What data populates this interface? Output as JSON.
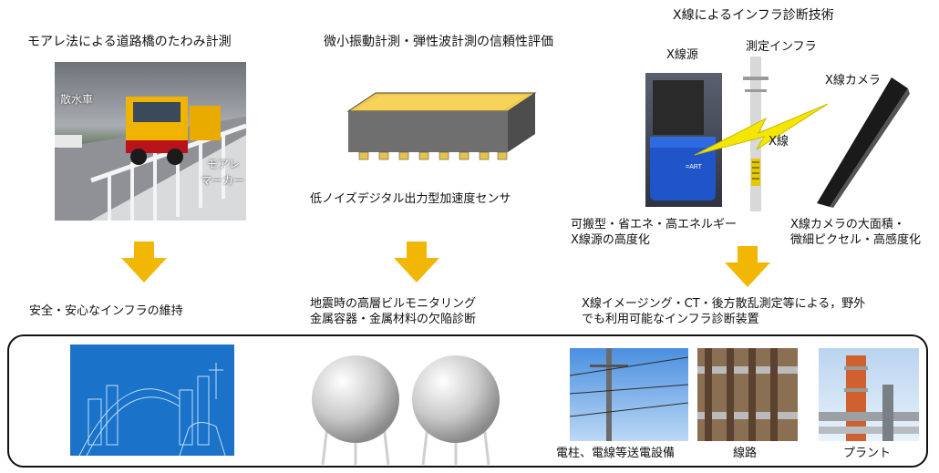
{
  "columns": {
    "left": {
      "title": "モアレ法による道路橋のたわみ計測",
      "photo_labels": {
        "truck": "散水車",
        "marker_line1": "モアレ",
        "marker_line2": "マーカー"
      },
      "result": "安全・安心なインフラの維持"
    },
    "middle": {
      "title": "微小振動計測・弾性波計測の信頼性評価",
      "sensor_caption": "低ノイズデジタル出力型加速度センサ",
      "result_line1": "地震時の高層ビルモニタリング",
      "result_line2": "金属容器・金属材料の欠陥診断"
    },
    "right": {
      "title": "X線によるインフラ診断技術",
      "source_label": "X線源",
      "infra_label": "測定インフラ",
      "camera_label": "X線カメラ",
      "beam_label": "X線",
      "source_caption_line1": "可搬型・省エネ・高エネルギー",
      "source_caption_line2": "X線源の高度化",
      "camera_caption_line1": "X線カメラの大面積・",
      "camera_caption_line2": "微細ピクセル・高感度化",
      "result_line1": "X線イメージング・CT・後方散乱測定等による，野外",
      "result_line2": "でも利用可能なインフラ診断装置"
    }
  },
  "applications": {
    "pole_caption": "電柱、電線等送電設備",
    "rail_caption": "線路",
    "plant_caption": "プラント"
  },
  "colors": {
    "arrow": "#f2b705",
    "beam": "#f5e600",
    "sensor_top": "#f2c94c"
  }
}
